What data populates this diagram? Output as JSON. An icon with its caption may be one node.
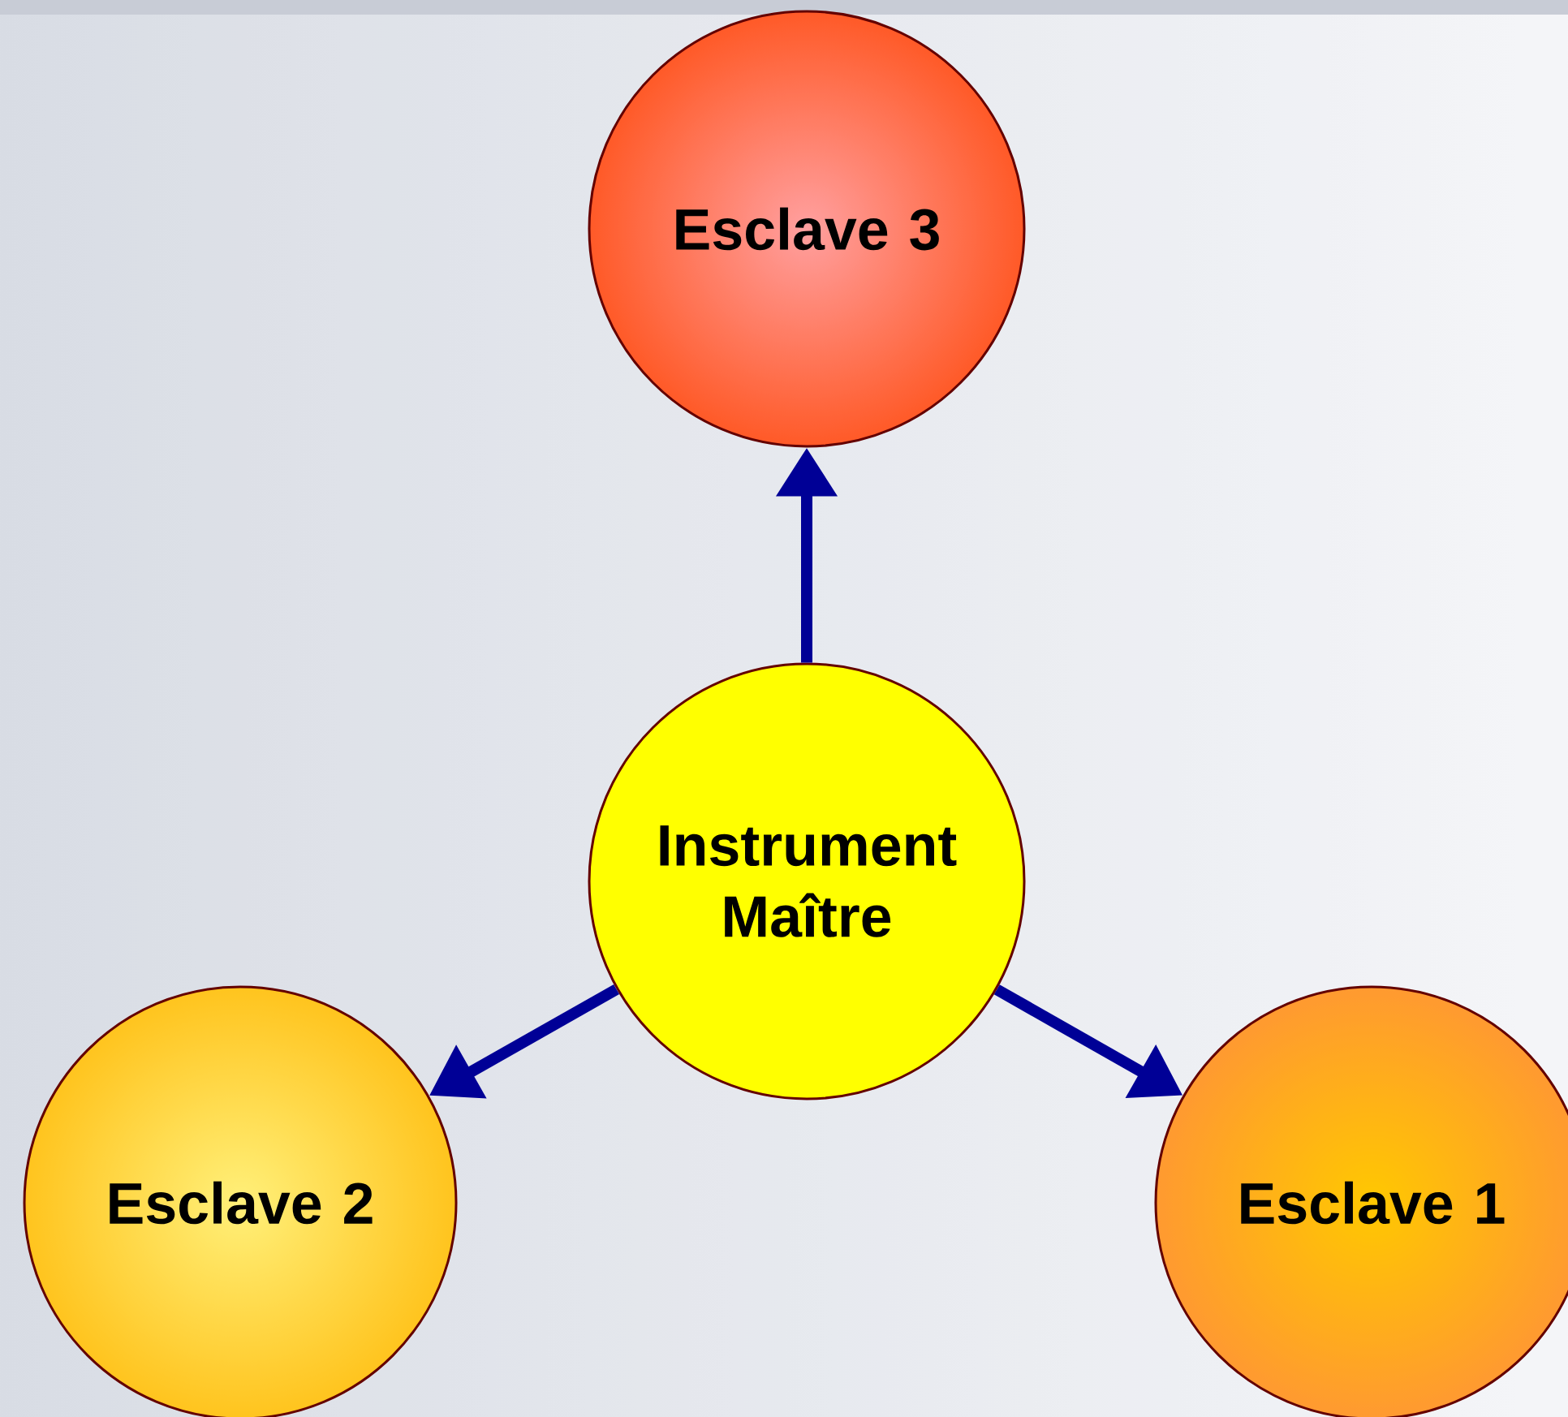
{
  "diagram": {
    "nodes": [
      {
        "text": [
          "Esclave 3"
        ]
      },
      {
        "text": [
          "Instrument Maître"
        ]
      },
      {
        "text": [
          "Esclave 2"
        ]
      },
      {
        "text": [
          "Esclave 1"
        ]
      }
    ],
    "edges": [
      {
        "from": 1,
        "to": 0,
        "arrow": "to"
      },
      {
        "from": 1,
        "to": 2,
        "arrow": "to"
      },
      {
        "from": 1,
        "to": 3,
        "arrow": "to"
      }
    ]
  }
}
